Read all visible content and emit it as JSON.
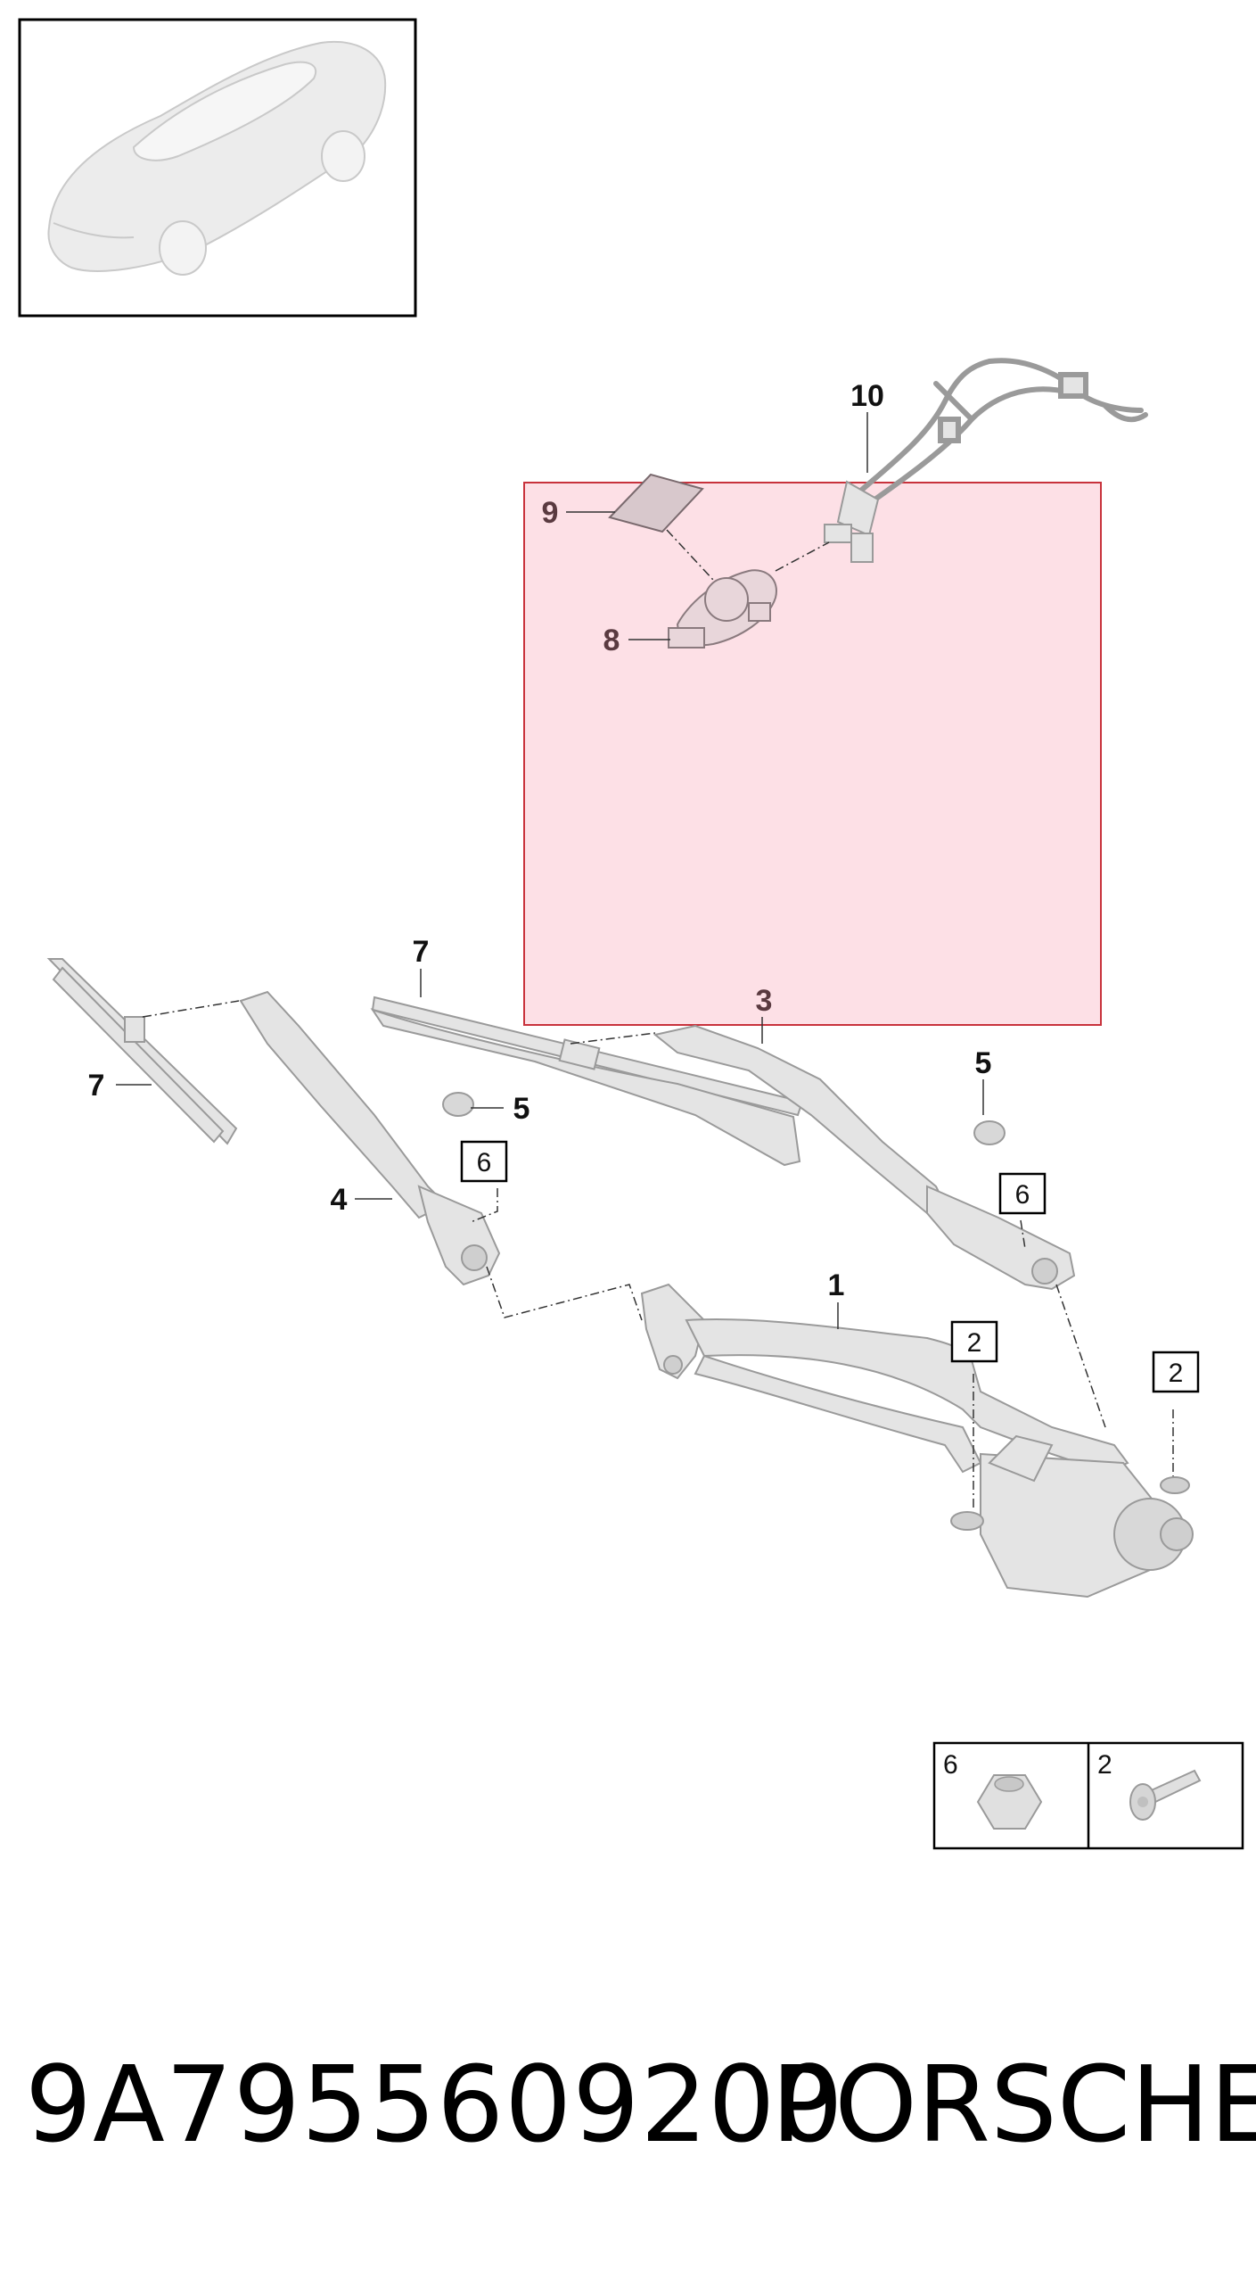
{
  "diagram": {
    "callouts": {
      "c1": "1",
      "c3": "3",
      "c4": "4",
      "c5a": "5",
      "c5b": "5",
      "c7a": "7",
      "c7b": "7",
      "c8": "8",
      "c9": "9",
      "c10": "10"
    },
    "boxed": {
      "b6a": "6",
      "b6b": "6",
      "b2a": "2",
      "b2b": "2"
    },
    "legend": {
      "nut_label": "6",
      "bolt_label": "2"
    },
    "colors": {
      "highlight_fill": "#fde0e6",
      "highlight_stroke": "#c8323c",
      "part_fill": "#e4e4e4",
      "part_stroke": "#9a9a9a"
    }
  },
  "footer": {
    "part_number": "9A7955609200",
    "brand": "PORSCHE"
  }
}
